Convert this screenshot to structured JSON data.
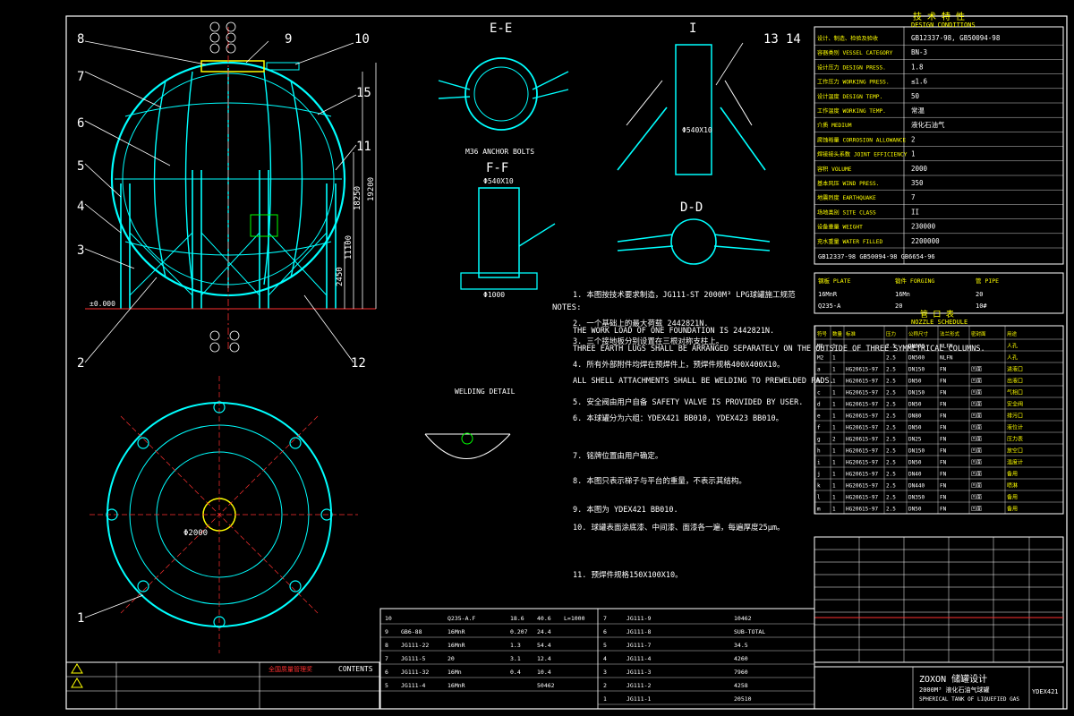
{
  "part_labels": [
    "8",
    "9",
    "10",
    "7",
    "15",
    "6",
    "5",
    "11",
    "4",
    "3",
    "2",
    "12",
    "1",
    "13",
    "14"
  ],
  "view_titles": {
    "ee": "E-E",
    "ff": "F-F",
    "dd": "D-D",
    "i": "I"
  },
  "view_notes": {
    "anchor": "M36 ANCHOR BOLTS",
    "ff_top": "Φ540X10",
    "ff_base": "Φ1000",
    "dd_pipe": "Φ540X10"
  },
  "tech_spec": {
    "title": "技 术 特 性",
    "subtitle": "DESIGN CONDITIONS",
    "rows": [
      {
        "label": "设计、制造、检验及验收",
        "value": "GB12337-98, GB50094-98"
      },
      {
        "label": "容器类别 VESSEL CATEGORY",
        "value": "BN-3"
      },
      {
        "label": "设计压力 DESIGN PRESS.",
        "value": "1.8"
      },
      {
        "label": "工作压力 WORKING PRESS.",
        "value": "≤1.6"
      },
      {
        "label": "设计温度 DESIGN TEMP.",
        "value": "50"
      },
      {
        "label": "工作温度 WORKING TEMP.",
        "value": "常温"
      },
      {
        "label": "介质 MEDIUM",
        "value": "液化石油气"
      },
      {
        "label": "腐蚀裕量 CORROSION ALLOWANCE",
        "value": "2"
      },
      {
        "label": "焊接接头系数 JOINT EFFICIENCY",
        "value": "1"
      },
      {
        "label": "容积 VOLUME",
        "value": "2000"
      },
      {
        "label": "基本风压 WIND PRESS.",
        "value": "350"
      },
      {
        "label": "地震烈度 EARTHQUAKE",
        "value": "7"
      },
      {
        "label": "场地类别 SITE CLASS",
        "value": "II"
      },
      {
        "label": "设备重量 WEIGHT",
        "value": "230000"
      },
      {
        "label": "充水重量 WATER FILLED",
        "value": "2200000"
      }
    ],
    "standards": "GB12337-98   GB50094-98   GB6654-96"
  },
  "materials": {
    "header": [
      "钢板 PLATE",
      "锻件 FORGING",
      "管 PIPE"
    ],
    "rows": [
      [
        "16MnR",
        "16Mn",
        "20"
      ],
      [
        "Q235-A",
        "20",
        "10#"
      ]
    ]
  },
  "nozzle_schedule": {
    "title": "管 口 表",
    "subtitle": "NOZZLE SCHEDULE",
    "header": [
      "符号",
      "数量",
      "标准",
      "压力",
      "公称尺寸",
      "法兰形式",
      "密封面",
      "用途"
    ],
    "rows": [
      [
        "M1",
        "1",
        "",
        "2.5",
        "DN600",
        "NLFN",
        "",
        "人孔"
      ],
      [
        "M2",
        "1",
        "",
        "2.5",
        "DN500",
        "NLFN",
        "",
        "人孔"
      ],
      [
        "a",
        "1",
        "HG20615-97",
        "2.5",
        "DN150",
        "FN",
        "凹面",
        "进液口"
      ],
      [
        "b",
        "1",
        "HG20615-97",
        "2.5",
        "DN50",
        "FN",
        "凹面",
        "出液口"
      ],
      [
        "c",
        "1",
        "HG20615-97",
        "2.5",
        "DN150",
        "FN",
        "凹面",
        "气相口"
      ],
      [
        "d",
        "1",
        "HG20615-97",
        "2.5",
        "DN50",
        "FN",
        "凹面",
        "安全阀"
      ],
      [
        "e",
        "1",
        "HG20615-97",
        "2.5",
        "DN80",
        "FN",
        "凹面",
        "排污口"
      ],
      [
        "f",
        "1",
        "HG20615-97",
        "2.5",
        "DN50",
        "FN",
        "凹面",
        "液位计"
      ],
      [
        "g",
        "2",
        "HG20615-97",
        "2.5",
        "DN25",
        "FN",
        "凹面",
        "压力表"
      ],
      [
        "h",
        "1",
        "HG20615-97",
        "2.5",
        "DN150",
        "FN",
        "凹面",
        "放空口"
      ],
      [
        "i",
        "1",
        "HG20615-97",
        "2.5",
        "DN50",
        "FN",
        "凹面",
        "温度计"
      ],
      [
        "j",
        "1",
        "HG20615-97",
        "2.5",
        "DN40",
        "FN",
        "凹面",
        "备用"
      ],
      [
        "k",
        "1",
        "HG20615-97",
        "2.5",
        "DN440",
        "FN",
        "凹面",
        "喷淋"
      ],
      [
        "l",
        "1",
        "HG20615-97",
        "2.5",
        "DN350",
        "FN",
        "凹面",
        "备用"
      ],
      [
        "m",
        "1",
        "HG20615-97",
        "2.5",
        "DN50",
        "FN",
        "凹面",
        "备用"
      ]
    ]
  },
  "notes": {
    "label": "NOTES:",
    "items": [
      "1. 本图按技术要求制造，JG111-ST 2000M³ LPG球罐施工规范",
      "THE WORK LOAD OF ONE FOUNDATION IS 2442821N.",
      "2. 一个基础上的最大荷载 2442821N.",
      "THREE EARTH LUGS SHALL BE ARRANGED SEPARATELY ON THE OUTSIDE OF THREE SYMMETRICAL COLUMNS.",
      "3. 三个接地板分别设置在三根对称支柱上。",
      "4. 所有外部附件均焊在预焊件上，预焊件规格400X400X10。",
      "ALL SHELL ATTACHMENTS SHALL BE WELDING TO PREWELDED PADS.",
      "5. 安全阀由用户自备 SAFETY VALVE IS PROVIDED BY USER.",
      "6. 本球罐分为六组：YDEX421 BB010, YDEX423 BB010。",
      "7. 铭牌位置由用户确定。",
      "8. 本图只表示梯子与平台的重量，不表示其结构。",
      "9. 本图为 YDEX421 BB010.",
      "10. 球罐表面涂底漆、中间漆、面漆各一遍，每遍厚度25μm。",
      "11. 预焊件规格150X100X10。"
    ]
  },
  "detail_label": "WELDING DETAIL",
  "parts_list": {
    "rows": [
      [
        "10",
        "",
        "Q235-A.F",
        "18.6",
        "40.6",
        "L=1000"
      ],
      [
        "9",
        "GB6-88",
        "16MnR",
        "0.207",
        "24.4",
        ""
      ],
      [
        "8",
        "JG111-22",
        "16MnR",
        "1.3",
        "54.4",
        ""
      ],
      [
        "7",
        "JG111-5",
        "20",
        "3.1",
        "12.4",
        ""
      ],
      [
        "6",
        "JG111-32",
        "16Mn",
        "0.4",
        "10.4",
        ""
      ],
      [
        "5",
        "JG111-4",
        "16MnR",
        "",
        "50462",
        ""
      ]
    ],
    "right_rows": [
      [
        "7",
        "JG111-9",
        "10462"
      ],
      [
        "6",
        "JG111-8",
        "SUB-TOTAL"
      ],
      [
        "5",
        "JG111-7",
        "34.5"
      ],
      [
        "4",
        "JG111-4",
        "4260"
      ],
      [
        "3",
        "JG111-3",
        "7960"
      ],
      [
        "2",
        "JG111-2",
        "4258"
      ],
      [
        "1",
        "JG111-1",
        "20510"
      ]
    ]
  },
  "title_block": {
    "company": "ZOXON 储罐设计",
    "title": "2000M³ 液化石油气球罐",
    "subtitle": "SPHERICAL TANK OF LIQUEFIED GAS",
    "drawing_no": "YDEX421",
    "contents_label": "CONTENTS",
    "red_text": "全国质量管理奖"
  },
  "dims": {
    "d1": "18250",
    "d2": "19200",
    "d3": "11100",
    "d4": "2450",
    "elev": "±0.000",
    "plan_d": "Φ2000"
  },
  "colors": {
    "shell": "#00ffff",
    "text": "#ffffff",
    "spec": "#ffff00",
    "dim": "#ff3030",
    "grid": "#00ff00"
  }
}
